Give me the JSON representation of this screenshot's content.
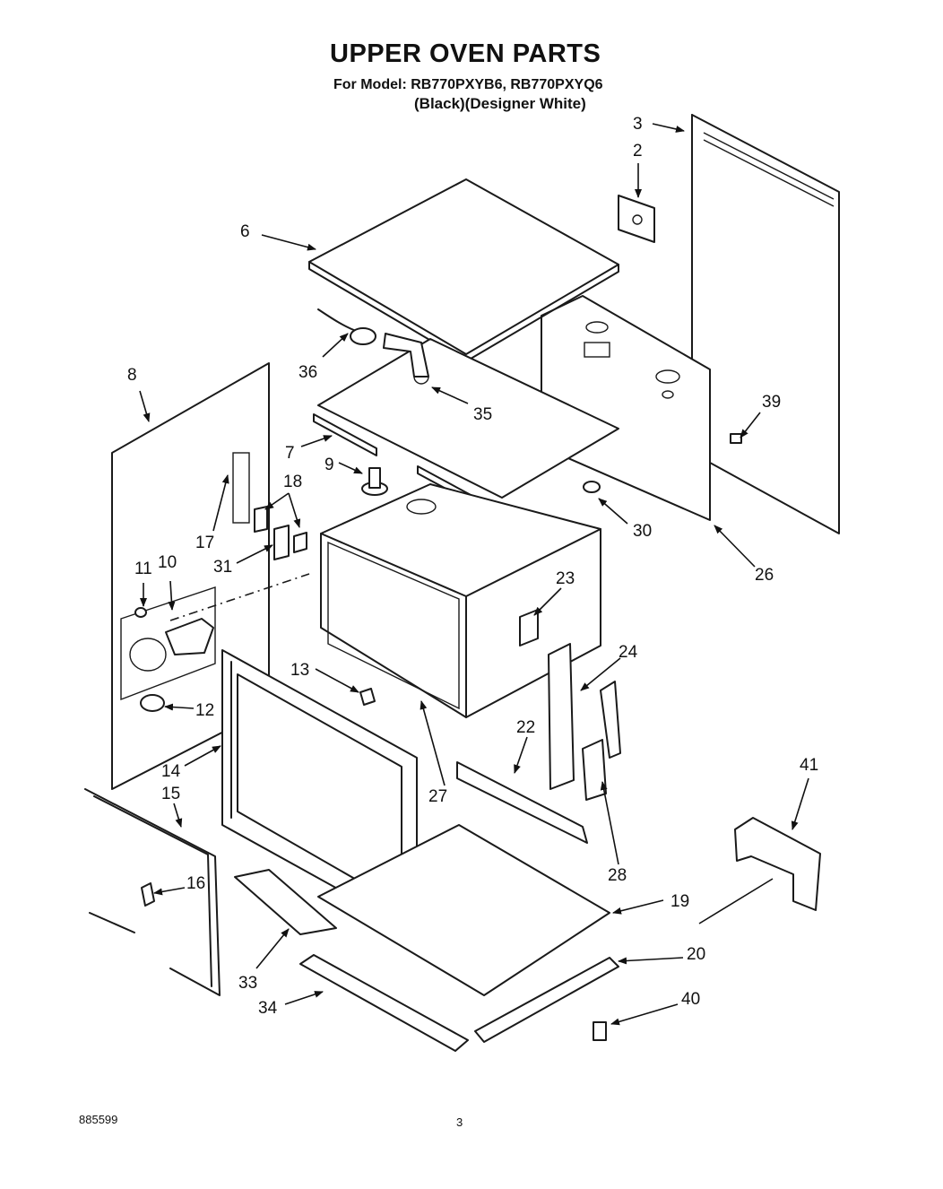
{
  "header": {
    "title": "UPPER OVEN PARTS",
    "model_line": "For Model: RB770PXYB6, RB770PXYQ6",
    "variant_line": "(Black)(Designer White)"
  },
  "footer": {
    "doc_number": "885599",
    "page_number": "3"
  },
  "callouts": [
    "3",
    "2",
    "6",
    "36",
    "35",
    "8",
    "7",
    "9",
    "18",
    "39",
    "17",
    "31",
    "30",
    "26",
    "11",
    "10",
    "23",
    "24",
    "13",
    "12",
    "22",
    "14",
    "15",
    "27",
    "41",
    "16",
    "28",
    "19",
    "33",
    "20",
    "34",
    "40"
  ],
  "colors": {
    "ink": "#1a1a1a",
    "paper": "#ffffff"
  }
}
